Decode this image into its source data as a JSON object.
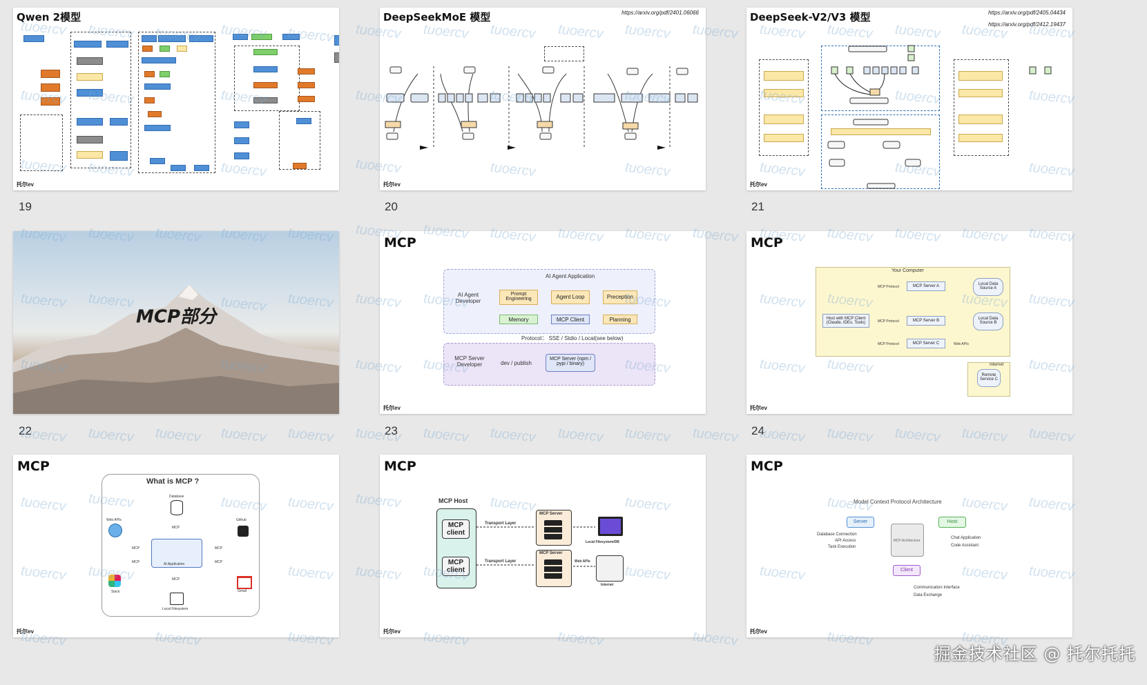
{
  "slides": [
    {
      "num": "19",
      "title": "Qwen 2模型",
      "brand": "托尔ev"
    },
    {
      "num": "20",
      "title": "DeepSeekMoE 模型",
      "url": "https://arxiv.org/pdf/2401.06066",
      "brand": "托尔ev"
    },
    {
      "num": "21",
      "title": "DeepSeek-V2/V3 模型",
      "urls": [
        "https://arxiv.org/pdf/2405.04434",
        "https://arxiv.org/pdf/2412.19437"
      ],
      "brand": "托尔ev"
    },
    {
      "num": "22",
      "title": "MCP部分"
    },
    {
      "num": "23",
      "title": "MCP",
      "brand": "托尔ev",
      "diagram": {
        "app_title": "AI Agent Application",
        "dev_label": "AI Agent Developer",
        "boxes": [
          "Prompt Engineering",
          "Agent Loop",
          "Preception",
          "Memory",
          "MCP Client",
          "Planning"
        ],
        "protocol": "Protocol： SSE / Stdio / Local(see below)",
        "server_dev": "MCP Server Developer",
        "publish": "dev / publish",
        "server": "MCP Server (npm / pypi / binary)"
      }
    },
    {
      "num": "24",
      "title": "MCP",
      "brand": "托尔ev",
      "diagram": {
        "computer": "Your Computer",
        "host": "Host with MCP Client (Claude, IDEs, Tools)",
        "servers": [
          "MCP Server A",
          "MCP Server B",
          "MCP Server C"
        ],
        "protocol": "MCP Protocol",
        "sources": [
          "Local Data Source A",
          "Local Data Source B"
        ],
        "web": "Web APIs",
        "internet": "Internet",
        "remote": "Remote Service C"
      }
    },
    {
      "num": "",
      "title": "MCP",
      "brand": "托尔ev",
      "diagram": {
        "heading": "What is MCP ?",
        "nodes": [
          "Database",
          "Web APIs",
          "Github",
          "AI Application",
          "Slack",
          "Gmail",
          "Local Filesystem"
        ],
        "edge": "MCP"
      }
    },
    {
      "num": "",
      "title": "MCP",
      "brand": "托尔ev",
      "diagram": {
        "host": "MCP Host",
        "client": "MCP client",
        "transport": "Transport Layer",
        "server": "MCP Server",
        "local": "Local Filesystem/DB",
        "web": "Web APIs",
        "internet": "Internet"
      }
    },
    {
      "num": "",
      "title": "MCP",
      "brand": "托尔ev",
      "diagram": {
        "heading": "Model Context Protocol Architecture",
        "server": "Server",
        "host": "Host",
        "client": "Client",
        "center": "MCP Architecture",
        "left": [
          "Database Connection",
          "API Access",
          "Task Execution"
        ],
        "right": [
          "Chat Application",
          "Code Assistant"
        ],
        "bottom": [
          "Communication Interface",
          "Data Exchange"
        ]
      }
    }
  ],
  "watermark": "tuoercv",
  "credit": "掘金技术社区 @ 托尔托托"
}
